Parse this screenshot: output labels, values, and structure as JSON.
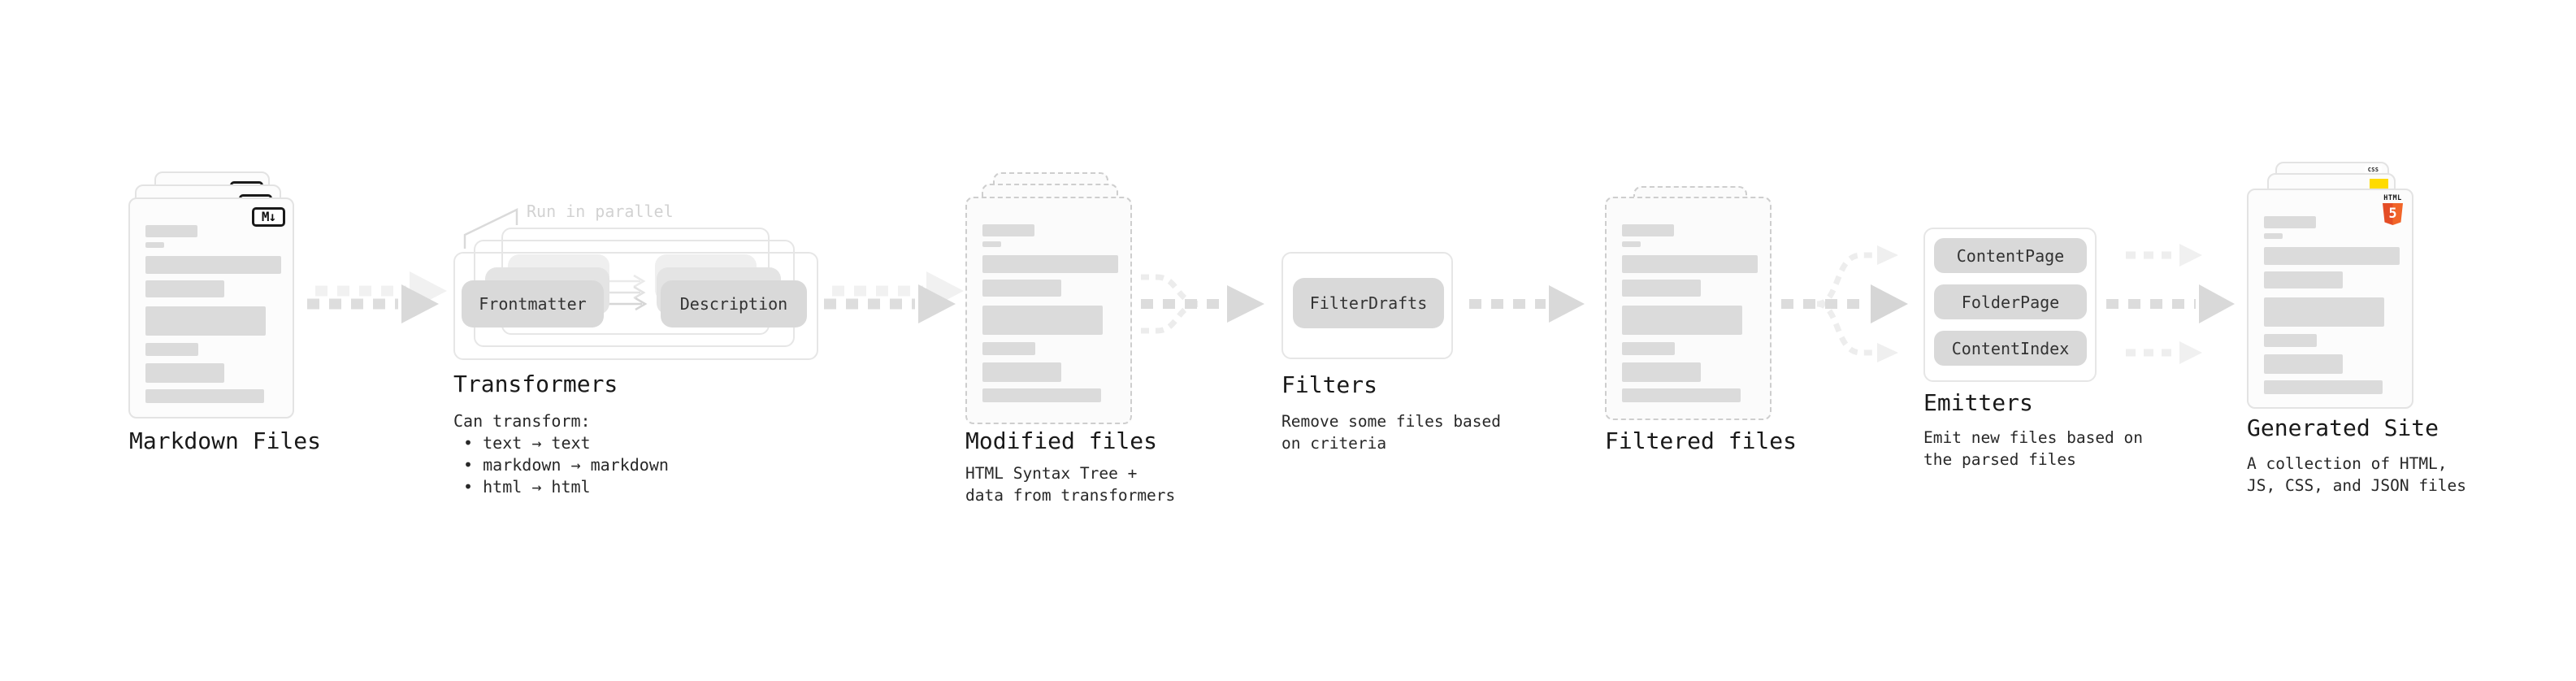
{
  "colors": {
    "html5_orange": "#e44d26",
    "js_yellow": "#ffdb00",
    "css_blue": "#2563eb",
    "arrow_gray": "#dcdcdc",
    "faint_arrow_gray": "#eeeeee",
    "pill_gray": "#d9d9d9",
    "note_gray": "#d2d2d2"
  },
  "stages": {
    "markdown_files": {
      "title": "Markdown Files",
      "file_badge": "M↓"
    },
    "transformers": {
      "title": "Transformers",
      "note": "Run in parallel",
      "pills": [
        "Frontmatter",
        "Description"
      ],
      "description": "Can transform:\n • text → text\n • markdown → markdown\n • html → html"
    },
    "modified_files": {
      "title": "Modified files",
      "description": "HTML Syntax Tree +\ndata from transformers"
    },
    "filters": {
      "title": "Filters",
      "pills": [
        "FilterDrafts"
      ],
      "description": "Remove some files based\non criteria"
    },
    "filtered_files": {
      "title": "Filtered files"
    },
    "emitters": {
      "title": "Emitters",
      "pills": [
        "ContentPage",
        "FolderPage",
        "ContentIndex"
      ],
      "description": "Emit new files based on\nthe parsed files"
    },
    "generated_site": {
      "title": "Generated Site",
      "description": "A collection of HTML,\nJS, CSS, and JSON files",
      "html5_label": "HTML",
      "html5_number": "5",
      "css_label": "CSS"
    }
  }
}
